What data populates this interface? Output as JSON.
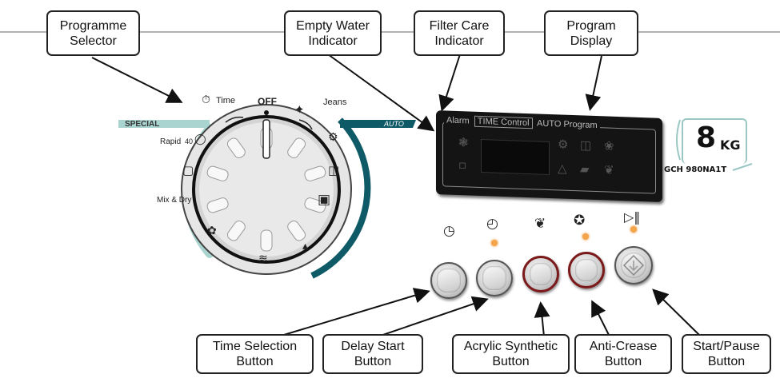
{
  "callouts": {
    "programme_selector": "Programme\nSelector",
    "empty_water": "Empty Water\nIndicator",
    "filter_care": "Filter Care\nIndicator",
    "program_display": "Program\nDisplay",
    "time_selection": "Time Selection\nButton",
    "delay_start": "Delay Start\nButton",
    "acrylic_synthetic": "Acrylic Synthetic\nButton",
    "anti_crease": "Anti-Crease\nButton",
    "start_pause": "Start/Pause\nButton"
  },
  "dial": {
    "off": "OFF",
    "time": "Time",
    "jeans": "Jeans",
    "special": "SPECIAL",
    "auto": "AUTO",
    "rapid": "Rapid",
    "rapid_num": "40",
    "mix_dry": "Mix & Dry"
  },
  "panel": {
    "alarm": "Alarm",
    "time_control": "TIME Control",
    "auto_program": "AUTO Program"
  },
  "badge": {
    "capacity": "8",
    "unit": "KG",
    "model": "GCH 980NA1T"
  },
  "icons": {
    "clock": "clock-icon",
    "delay": "delay-timer-icon",
    "feather": "feather-icon",
    "anti_crease": "anti-crease-shirt-icon",
    "play_pause": "play-pause-icon"
  },
  "colors": {
    "teal": "#0e5a66",
    "led": "#f4a54a",
    "button_ring_red": "#7a1a1a"
  }
}
